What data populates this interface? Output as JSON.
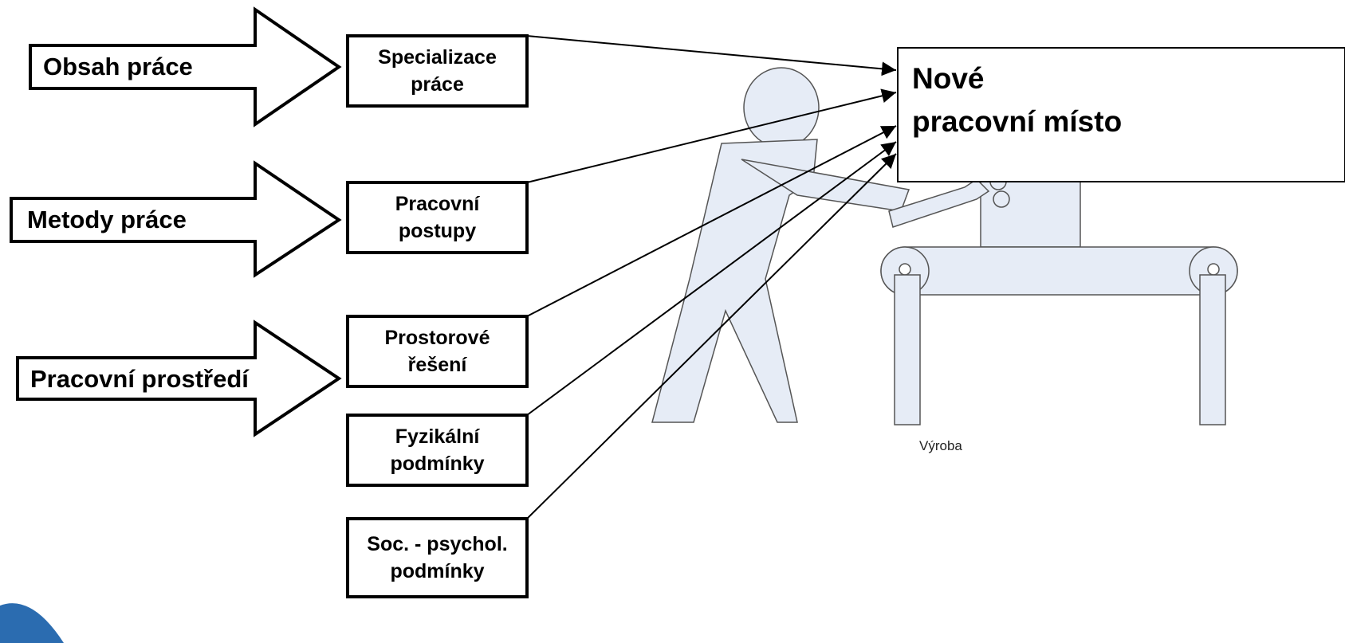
{
  "categories": [
    {
      "label": "Obsah práce"
    },
    {
      "label": "Metody práce"
    },
    {
      "label": "Pracovní prostředí"
    }
  ],
  "factors": [
    {
      "line1": "Specializace",
      "line2": "práce"
    },
    {
      "line1": "Pracovní",
      "line2": "postupy"
    },
    {
      "line1": "Prostorové",
      "line2": "řešení"
    },
    {
      "line1": "Fyzikální",
      "line2": "podmínky"
    },
    {
      "line1": "Soc. - psychol.",
      "line2": "podmínky"
    }
  ],
  "target": {
    "line1": "Nové",
    "line2": "pracovní místo"
  },
  "illustration_caption": "Výroba",
  "colors": {
    "figure_fill": "#e6ecf6",
    "stroke": "#000000",
    "machine_fill": "#e6ecf6",
    "accent_corner": "#2b6cb0"
  }
}
